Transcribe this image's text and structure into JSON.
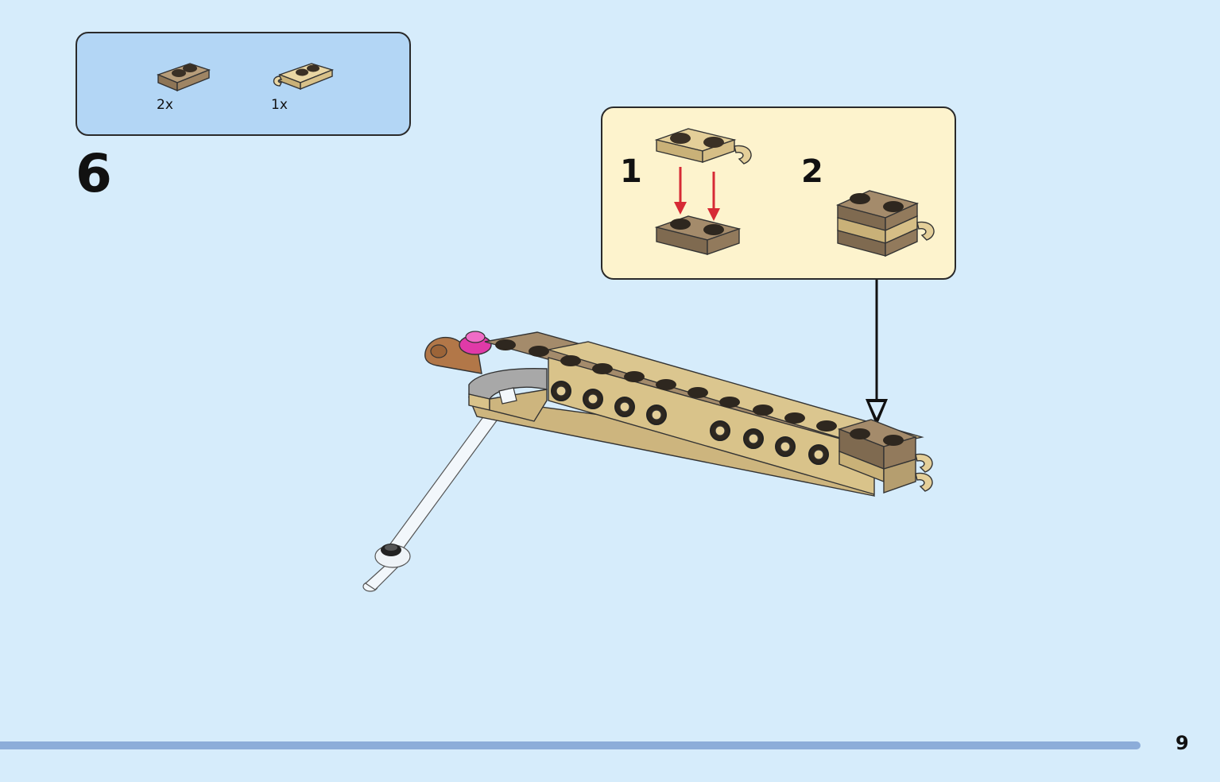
{
  "parts_list": {
    "items": [
      {
        "name": "tan-brown-plate-1x2-icon",
        "qty": "2x",
        "color": "#a88c6c"
      },
      {
        "name": "tan-plate-1x2-clip-icon",
        "qty": "1x",
        "color": "#dcc48e"
      }
    ]
  },
  "step": {
    "number": "6"
  },
  "callout": {
    "substeps": [
      {
        "number": "1"
      },
      {
        "number": "2"
      }
    ],
    "arrow_color": "#d62a35"
  },
  "colors": {
    "dark_tan": "#a48b6b",
    "tan": "#dbc68f",
    "medium_nougat": "#b27748",
    "magenta": "#e03aa8",
    "light_gray": "#a8a8a8",
    "background": "#d6ecfb",
    "parts_box": "#b3d6f5",
    "callout_box": "#fdf3cd"
  },
  "page": {
    "number": "9"
  }
}
